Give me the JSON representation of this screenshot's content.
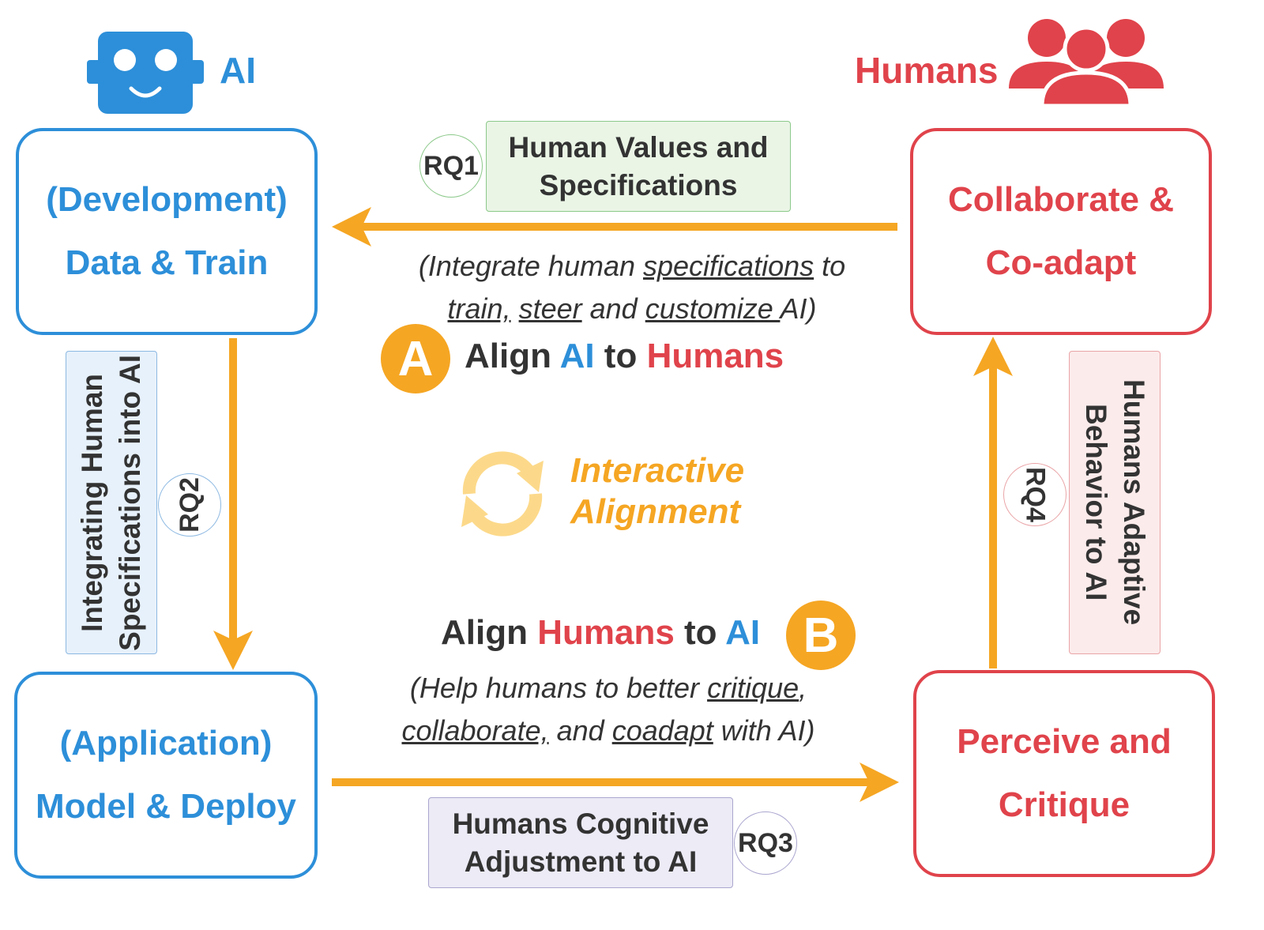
{
  "header": {
    "ai_label": "AI",
    "humans_label": "Humans"
  },
  "boxes": {
    "dev_line1": "(Development)",
    "dev_line2": "Data & Train",
    "app_line1": "(Application)",
    "app_line2": "Model & Deploy",
    "collab_line1": "Collaborate &",
    "collab_line2": "Co-adapt",
    "perceive_line1": "Perceive and",
    "perceive_line2": "Critique"
  },
  "labels": {
    "rq1_box_line1": "Human Values and",
    "rq1_box_line2": "Specifications",
    "rq2_box_line1": "Integrating Human",
    "rq2_box_line2": "Specifications into AI",
    "rq3_box_line1": "Humans Cognitive",
    "rq3_box_line2": "Adjustment to AI",
    "rq4_box_line1": "Humans Adaptive",
    "rq4_box_line2": "Behavior to AI"
  },
  "rq": {
    "rq1": "RQ1",
    "rq2": "RQ2",
    "rq3": "RQ3",
    "rq4": "RQ4"
  },
  "notes": {
    "top_open": "(Integrate human ",
    "top_specifications": "specifications",
    "top_to": " to",
    "top_train": "train,",
    "top_steer": "steer",
    "top_and": " and ",
    "top_customize": "customize ",
    "top_close": "AI)",
    "bottom_open": "(Help humans to better ",
    "bottom_critique": "critique",
    "bottom_comma": ",",
    "bottom_collaborate": "collaborate,",
    "bottom_and": " and ",
    "bottom_coadapt": "coadapt",
    "bottom_close": " with AI)"
  },
  "headlines": {
    "a_badge": "A",
    "a_align": "Align ",
    "a_ai": "AI",
    "a_to": " to ",
    "a_humans": "Humans",
    "b_badge": "B",
    "b_align": "Align ",
    "b_humans": "Humans",
    "b_to": " to ",
    "b_ai": "AI"
  },
  "center": {
    "line1": "Interactive",
    "line2": "Alignment"
  },
  "colors": {
    "ai_blue": "#2d8fd9",
    "human_red": "#e0434b",
    "arrow_orange": "#f5a623",
    "center_yellow": "#fcd98a"
  }
}
